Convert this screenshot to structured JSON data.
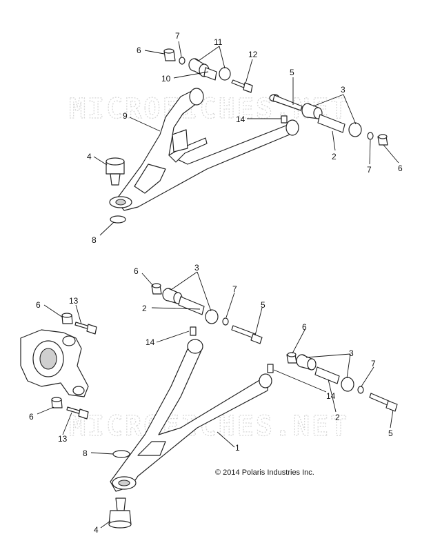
{
  "watermark": "MICROFICHES.NET",
  "copyright": "© 2014 Polaris Industries Inc.",
  "upper_assembly": {
    "callouts": [
      "7",
      "6",
      "11",
      "12",
      "10",
      "5",
      "3",
      "9",
      "14",
      "4",
      "2",
      "7",
      "6",
      "8"
    ]
  },
  "lower_assembly": {
    "callouts": [
      "6",
      "3",
      "7",
      "5",
      "2",
      "6",
      "13",
      "14",
      "6",
      "3",
      "7",
      "14",
      "6",
      "13",
      "2",
      "5",
      "8",
      "1",
      "4"
    ]
  },
  "colors": {
    "line": "#222222",
    "watermark": "#d7d7d7",
    "background": "#ffffff"
  }
}
